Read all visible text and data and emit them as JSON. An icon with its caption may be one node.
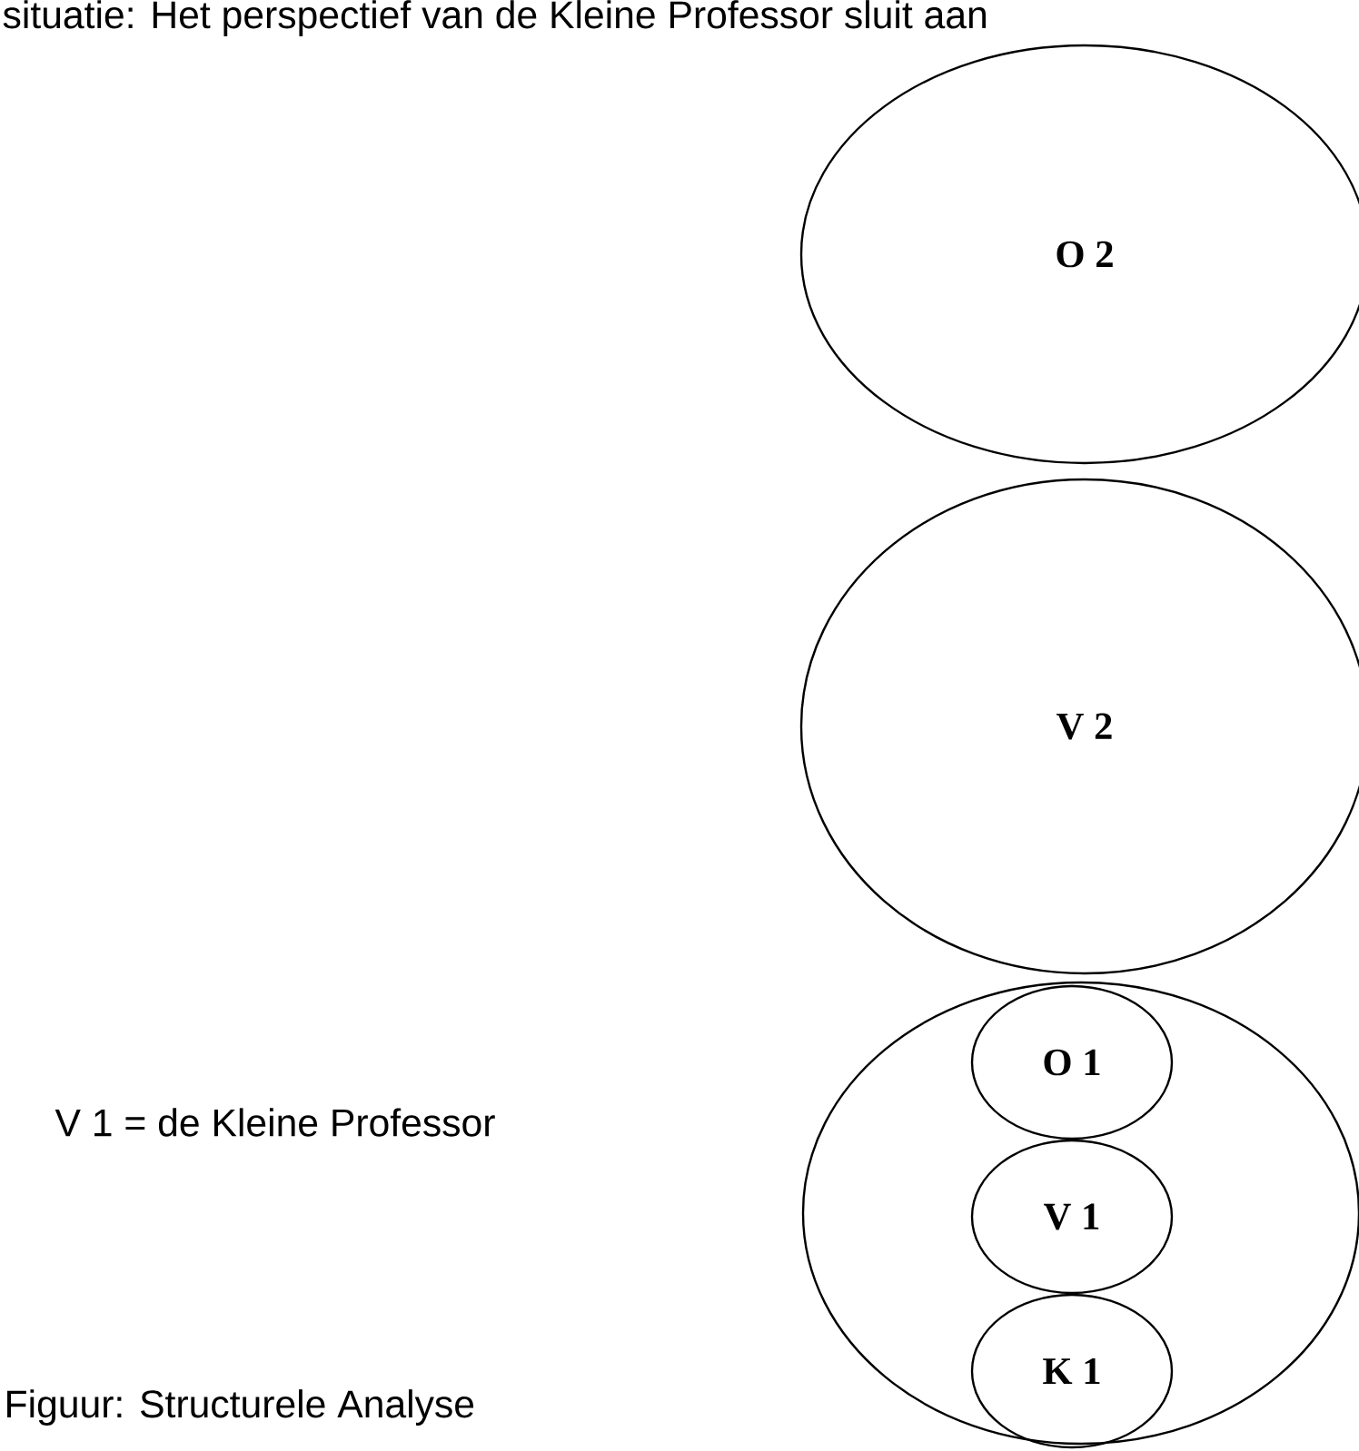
{
  "diagram": {
    "caption": "Figuur: Structurele Analyse",
    "nodes": [
      {
        "text": [
          "O 2"
        ]
      },
      {
        "text": [
          "V 2"
        ]
      },
      {
        "text": [],
        "shape": "circle"
      },
      {
        "text": [
          "O 1"
        ],
        "in": 2
      },
      {
        "text": [
          "V 1"
        ],
        "in": 2
      },
      {
        "text": [
          "K 1"
        ],
        "in": 2
      }
    ],
    "labels": [
      "situatie: Het perspectief van de Kleine Professor sluit aan",
      "V 1 = de Kleine Professor"
    ]
  }
}
